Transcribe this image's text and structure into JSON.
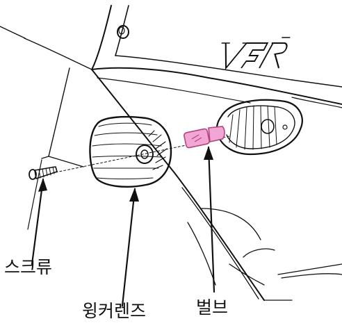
{
  "figure": {
    "logo_text": "VFR",
    "labels": {
      "screw": "스크류",
      "winker_lens": "윙커렌즈",
      "bulb": "벌브"
    },
    "colors": {
      "ink": "#111111",
      "bulb_fill": "#f2a6d6",
      "bulb_stroke": "#b0457f",
      "background": "#ffffff"
    }
  }
}
